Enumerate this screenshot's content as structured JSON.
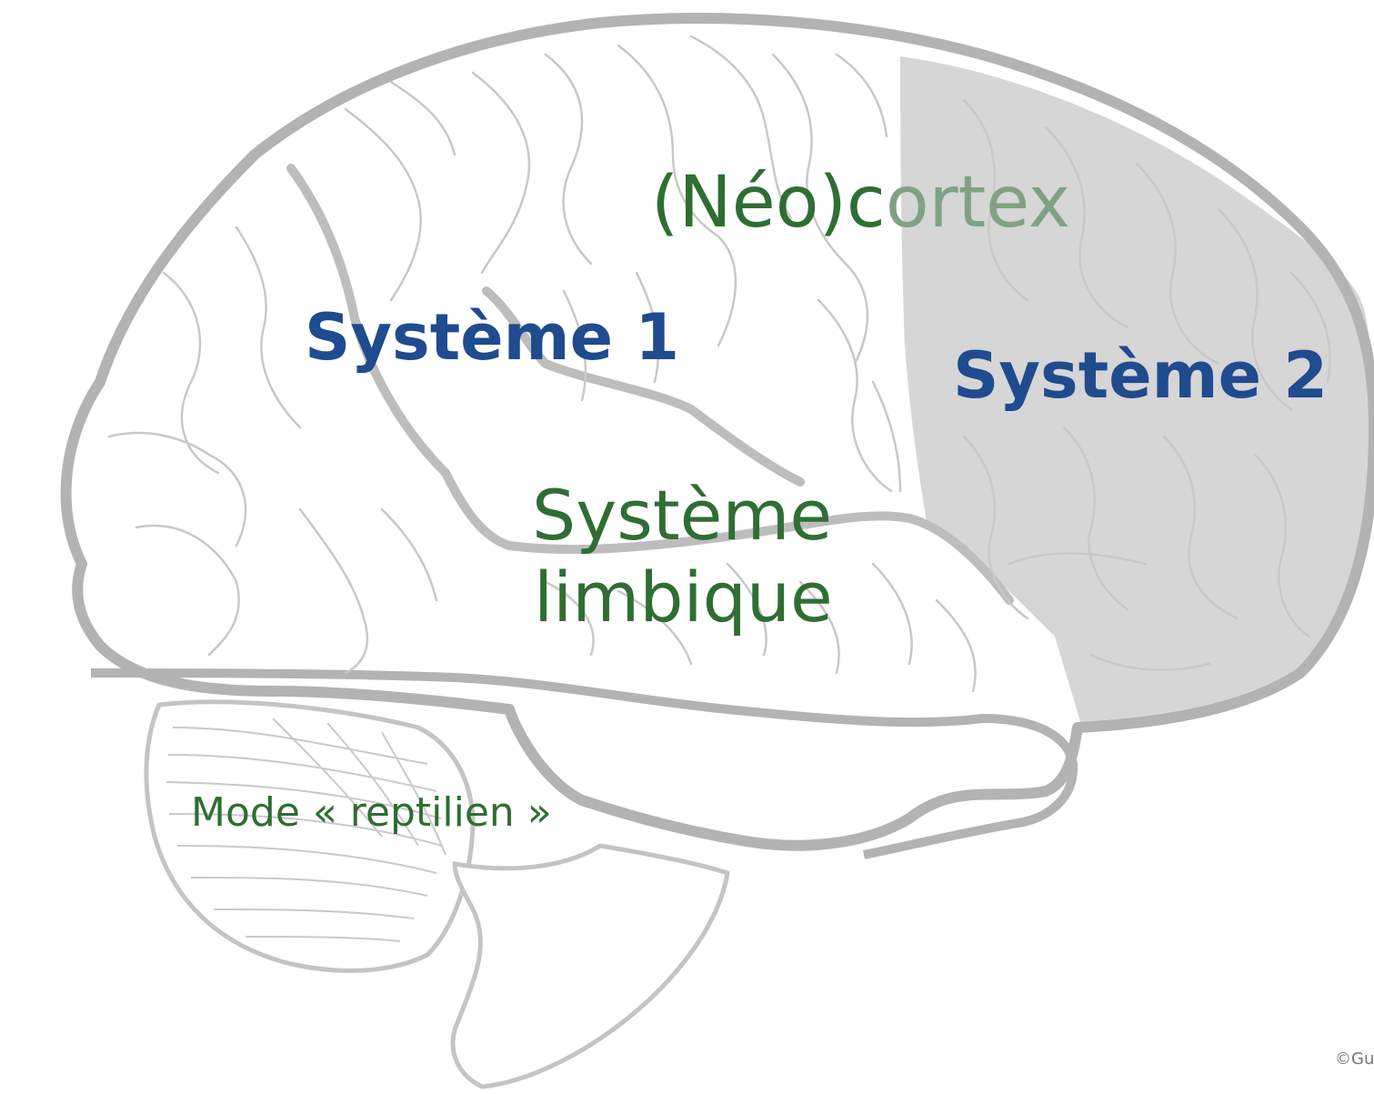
{
  "labels": {
    "neocortex_prefix": "(Néo)",
    "neocortex_c": "c",
    "neocortex_rest": "ortex",
    "system1": "Système 1",
    "system2": "Système 2",
    "limbic_line1": "Système",
    "limbic_line2": "limbique",
    "reptilian": "Mode « reptilien »",
    "copyright": "©Gu"
  },
  "colors": {
    "brain_outline": "#b3b3b3",
    "brain_sulci": "#c8c8c8",
    "prefrontal_shading": "#d6d6d6",
    "green_text": "#2f6e33",
    "faded_green_text": "#7fa283",
    "blue_text": "#1f4b8f"
  }
}
